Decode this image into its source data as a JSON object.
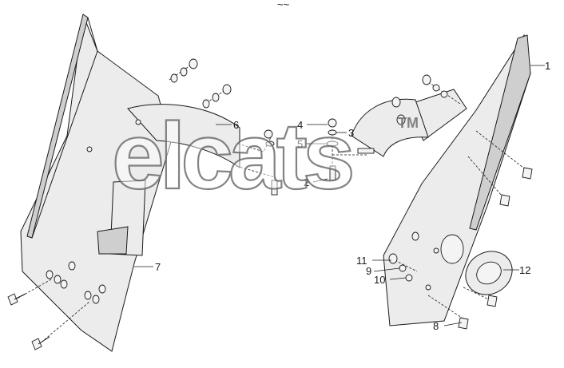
{
  "watermark": {
    "text": "ТМ",
    "logo": "elcats"
  },
  "page_mark": "~~",
  "callouts": [
    {
      "id": "1",
      "label": "1"
    },
    {
      "id": "2",
      "label": "2"
    },
    {
      "id": "3",
      "label": "3"
    },
    {
      "id": "4",
      "label": "4"
    },
    {
      "id": "5",
      "label": "5"
    },
    {
      "id": "6",
      "label": "6"
    },
    {
      "id": "7",
      "label": "7"
    },
    {
      "id": "8",
      "label": "8"
    },
    {
      "id": "9",
      "label": "9"
    },
    {
      "id": "10",
      "label": "10"
    },
    {
      "id": "11",
      "label": "11"
    },
    {
      "id": "12",
      "label": "12"
    }
  ],
  "colors": {
    "line": "#1a1a1a",
    "fill": "#ececec",
    "watermark": "#6e6e6e"
  }
}
